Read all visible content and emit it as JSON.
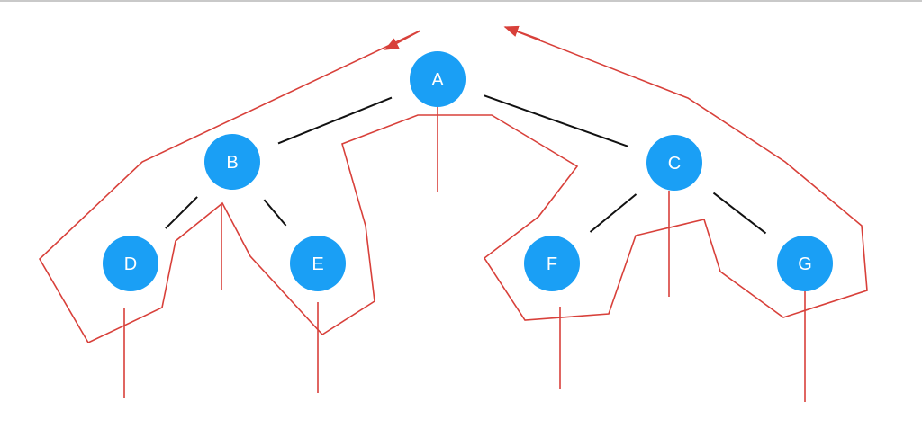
{
  "colors": {
    "node_fill": "#1a9ff5",
    "node_text": "#ffffff",
    "edge": "#111111",
    "traversal": "#d8403a"
  },
  "tree": {
    "nodes": [
      {
        "id": "A",
        "label": "A"
      },
      {
        "id": "B",
        "label": "B"
      },
      {
        "id": "C",
        "label": "C"
      },
      {
        "id": "D",
        "label": "D"
      },
      {
        "id": "E",
        "label": "E"
      },
      {
        "id": "F",
        "label": "F"
      },
      {
        "id": "G",
        "label": "G"
      }
    ],
    "edges": [
      {
        "from": "A",
        "to": "B"
      },
      {
        "from": "A",
        "to": "C"
      },
      {
        "from": "B",
        "to": "D"
      },
      {
        "from": "B",
        "to": "E"
      },
      {
        "from": "C",
        "to": "F"
      },
      {
        "from": "C",
        "to": "G"
      }
    ]
  },
  "traversal": {
    "kind": "contour-path",
    "direction": "counter-clockwise",
    "drop_line_nodes": [
      "A",
      "B",
      "C",
      "D",
      "E",
      "F",
      "G"
    ]
  }
}
